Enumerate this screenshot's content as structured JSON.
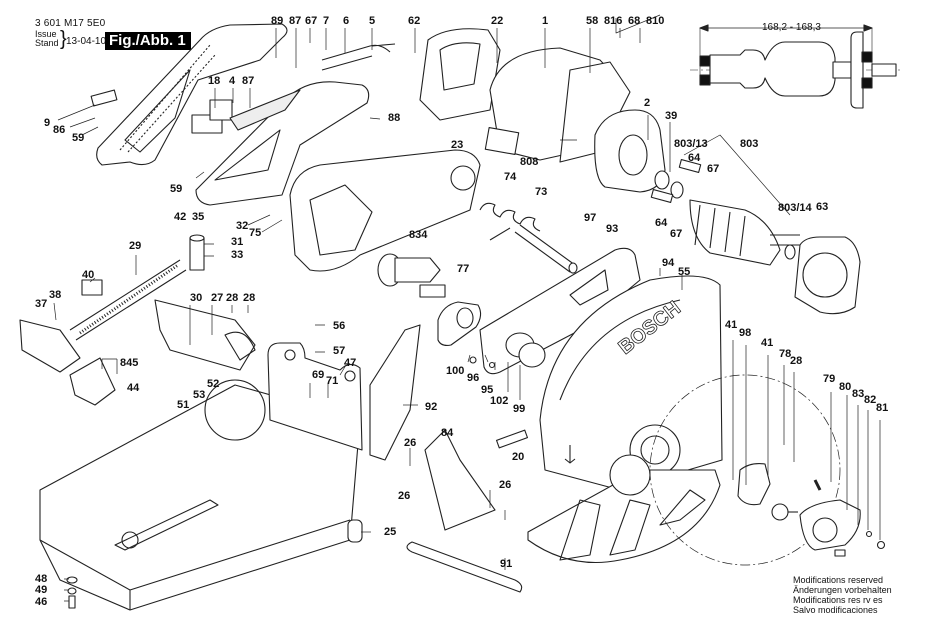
{
  "header": {
    "part_number": "3 601 M17 5E0",
    "issue_label_en": "Issue",
    "issue_label_de": "Stand",
    "issue_date": "13-04-10",
    "figure_label": "Fig./Abb. 1"
  },
  "dimension": {
    "label": "168,2 - 168,3"
  },
  "notice": {
    "lines": [
      "Modifications reserved",
      "Änderungen vorbehalten",
      "Modifications res rv es",
      "Salvo modificaciones"
    ]
  },
  "brand": "BOSCH",
  "callouts": [
    {
      "id": "c89",
      "text": "89"
    },
    {
      "id": "c87a",
      "text": "87"
    },
    {
      "id": "c67a",
      "text": "67"
    },
    {
      "id": "c7",
      "text": "7"
    },
    {
      "id": "c6",
      "text": "6"
    },
    {
      "id": "c5",
      "text": "5"
    },
    {
      "id": "c62",
      "text": "62"
    },
    {
      "id": "c22",
      "text": "22"
    },
    {
      "id": "c1",
      "text": "1"
    },
    {
      "id": "c58",
      "text": "58"
    },
    {
      "id": "c816",
      "text": "816"
    },
    {
      "id": "c68",
      "text": "68"
    },
    {
      "id": "c810",
      "text": "810"
    },
    {
      "id": "c18",
      "text": "18"
    },
    {
      "id": "c4",
      "text": "4"
    },
    {
      "id": "c87b",
      "text": "87"
    },
    {
      "id": "c9",
      "text": "9"
    },
    {
      "id": "c86",
      "text": "86"
    },
    {
      "id": "c59a",
      "text": "59"
    },
    {
      "id": "c88",
      "text": "88"
    },
    {
      "id": "c808",
      "text": "808"
    },
    {
      "id": "c2",
      "text": "2"
    },
    {
      "id": "c39",
      "text": "39"
    },
    {
      "id": "c803_13",
      "text": "803/13"
    },
    {
      "id": "c803",
      "text": "803"
    },
    {
      "id": "c64a",
      "text": "64"
    },
    {
      "id": "c67b",
      "text": "67"
    },
    {
      "id": "c59b",
      "text": "59"
    },
    {
      "id": "c23",
      "text": "23"
    },
    {
      "id": "c74",
      "text": "74"
    },
    {
      "id": "c73",
      "text": "73"
    },
    {
      "id": "c64b",
      "text": "64"
    },
    {
      "id": "c67c",
      "text": "67"
    },
    {
      "id": "c803_14",
      "text": "803/14"
    },
    {
      "id": "c63",
      "text": "63"
    },
    {
      "id": "c32",
      "text": "32"
    },
    {
      "id": "c75",
      "text": "75"
    },
    {
      "id": "c42",
      "text": "42"
    },
    {
      "id": "c35",
      "text": "35"
    },
    {
      "id": "c31",
      "text": "31"
    },
    {
      "id": "c33",
      "text": "33"
    },
    {
      "id": "c834",
      "text": "834"
    },
    {
      "id": "c97",
      "text": "97"
    },
    {
      "id": "c93",
      "text": "93"
    },
    {
      "id": "c29",
      "text": "29"
    },
    {
      "id": "c94",
      "text": "94"
    },
    {
      "id": "c55",
      "text": "55"
    },
    {
      "id": "c40",
      "text": "40"
    },
    {
      "id": "c77",
      "text": "77"
    },
    {
      "id": "c38",
      "text": "38"
    },
    {
      "id": "c37",
      "text": "37"
    },
    {
      "id": "c30",
      "text": "30"
    },
    {
      "id": "c27",
      "text": "27"
    },
    {
      "id": "c28a",
      "text": "28"
    },
    {
      "id": "c28b",
      "text": "28"
    },
    {
      "id": "c56",
      "text": "56"
    },
    {
      "id": "c57",
      "text": "57"
    },
    {
      "id": "c845",
      "text": "845"
    },
    {
      "id": "c47",
      "text": "47"
    },
    {
      "id": "c69",
      "text": "69"
    },
    {
      "id": "c71",
      "text": "71"
    },
    {
      "id": "c100",
      "text": "100"
    },
    {
      "id": "c96",
      "text": "96"
    },
    {
      "id": "c95",
      "text": "95"
    },
    {
      "id": "c102",
      "text": "102"
    },
    {
      "id": "c99",
      "text": "99"
    },
    {
      "id": "c44",
      "text": "44"
    },
    {
      "id": "c52",
      "text": "52"
    },
    {
      "id": "c53",
      "text": "53"
    },
    {
      "id": "c51",
      "text": "51"
    },
    {
      "id": "c92",
      "text": "92"
    },
    {
      "id": "c41a",
      "text": "41"
    },
    {
      "id": "c98",
      "text": "98"
    },
    {
      "id": "c41b",
      "text": "41"
    },
    {
      "id": "c78",
      "text": "78"
    },
    {
      "id": "c28c",
      "text": "28"
    },
    {
      "id": "c79",
      "text": "79"
    },
    {
      "id": "c80",
      "text": "80"
    },
    {
      "id": "c83",
      "text": "83"
    },
    {
      "id": "c82",
      "text": "82"
    },
    {
      "id": "c81",
      "text": "81"
    },
    {
      "id": "c26a",
      "text": "26"
    },
    {
      "id": "c84",
      "text": "84"
    },
    {
      "id": "c20",
      "text": "20"
    },
    {
      "id": "c26b",
      "text": "26"
    },
    {
      "id": "c26c",
      "text": "26"
    },
    {
      "id": "c25",
      "text": "25"
    },
    {
      "id": "c91",
      "text": "91"
    },
    {
      "id": "c48",
      "text": "48"
    },
    {
      "id": "c49",
      "text": "49"
    },
    {
      "id": "c46",
      "text": "46"
    }
  ]
}
